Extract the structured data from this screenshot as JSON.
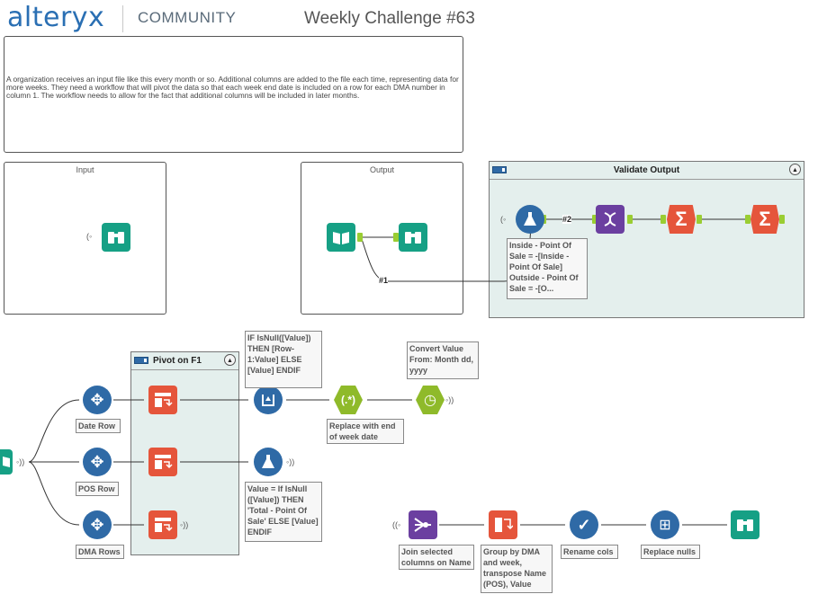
{
  "header": {
    "logo": "alteryx",
    "community": "COMMUNITY",
    "title": "Weekly Challenge #63"
  },
  "description": {
    "text": "A organization receives an input file like this every month or so.  Additional columns are added to the file each time, representing data for more weeks.  They need a workflow that will pivot the data so that each week end date is included on a row for each DMA number in column 1.  The workflow needs to allow for the fact that additional columns will be included in later months."
  },
  "panels": {
    "input_label": "Input",
    "output_label": "Output"
  },
  "validate": {
    "title": "Validate Output",
    "formula": "Inside - Point Of Sale = -[Inside - Point Of Sale] Outside - Point Of Sale = -[O...",
    "wire_1": "#1",
    "wire_2": "#2"
  },
  "pivot": {
    "title": "Pivot on F1"
  },
  "annotations": {
    "date_row": "Date Row",
    "pos_row": "POS Row",
    "dma_rows": "DMA Rows",
    "multirow_formula": "IF IsNull([Value]) THEN [Row-1:Value] ELSE [Value] ENDIF",
    "replace_end_week": "Replace with end of week date",
    "convert_value": "Convert Value From: Month dd, yyyy",
    "formula_value": "Value = If IsNull ([Value]) THEN 'Total - Point Of Sale' ELSE [Value] ENDIF",
    "join_selected": "Join selected columns on Name",
    "group_by": "Group by DMA and week, transpose Name (POS), Value",
    "rename_cols": "Rename cols",
    "replace_nulls": "Replace nulls"
  },
  "colors": {
    "accent_blue": "#2f6aa6",
    "teal": "#16a085",
    "orange": "#e5553b",
    "purple": "#6b3fa0",
    "green": "#8fba2a",
    "anchor": "#9acd32"
  }
}
